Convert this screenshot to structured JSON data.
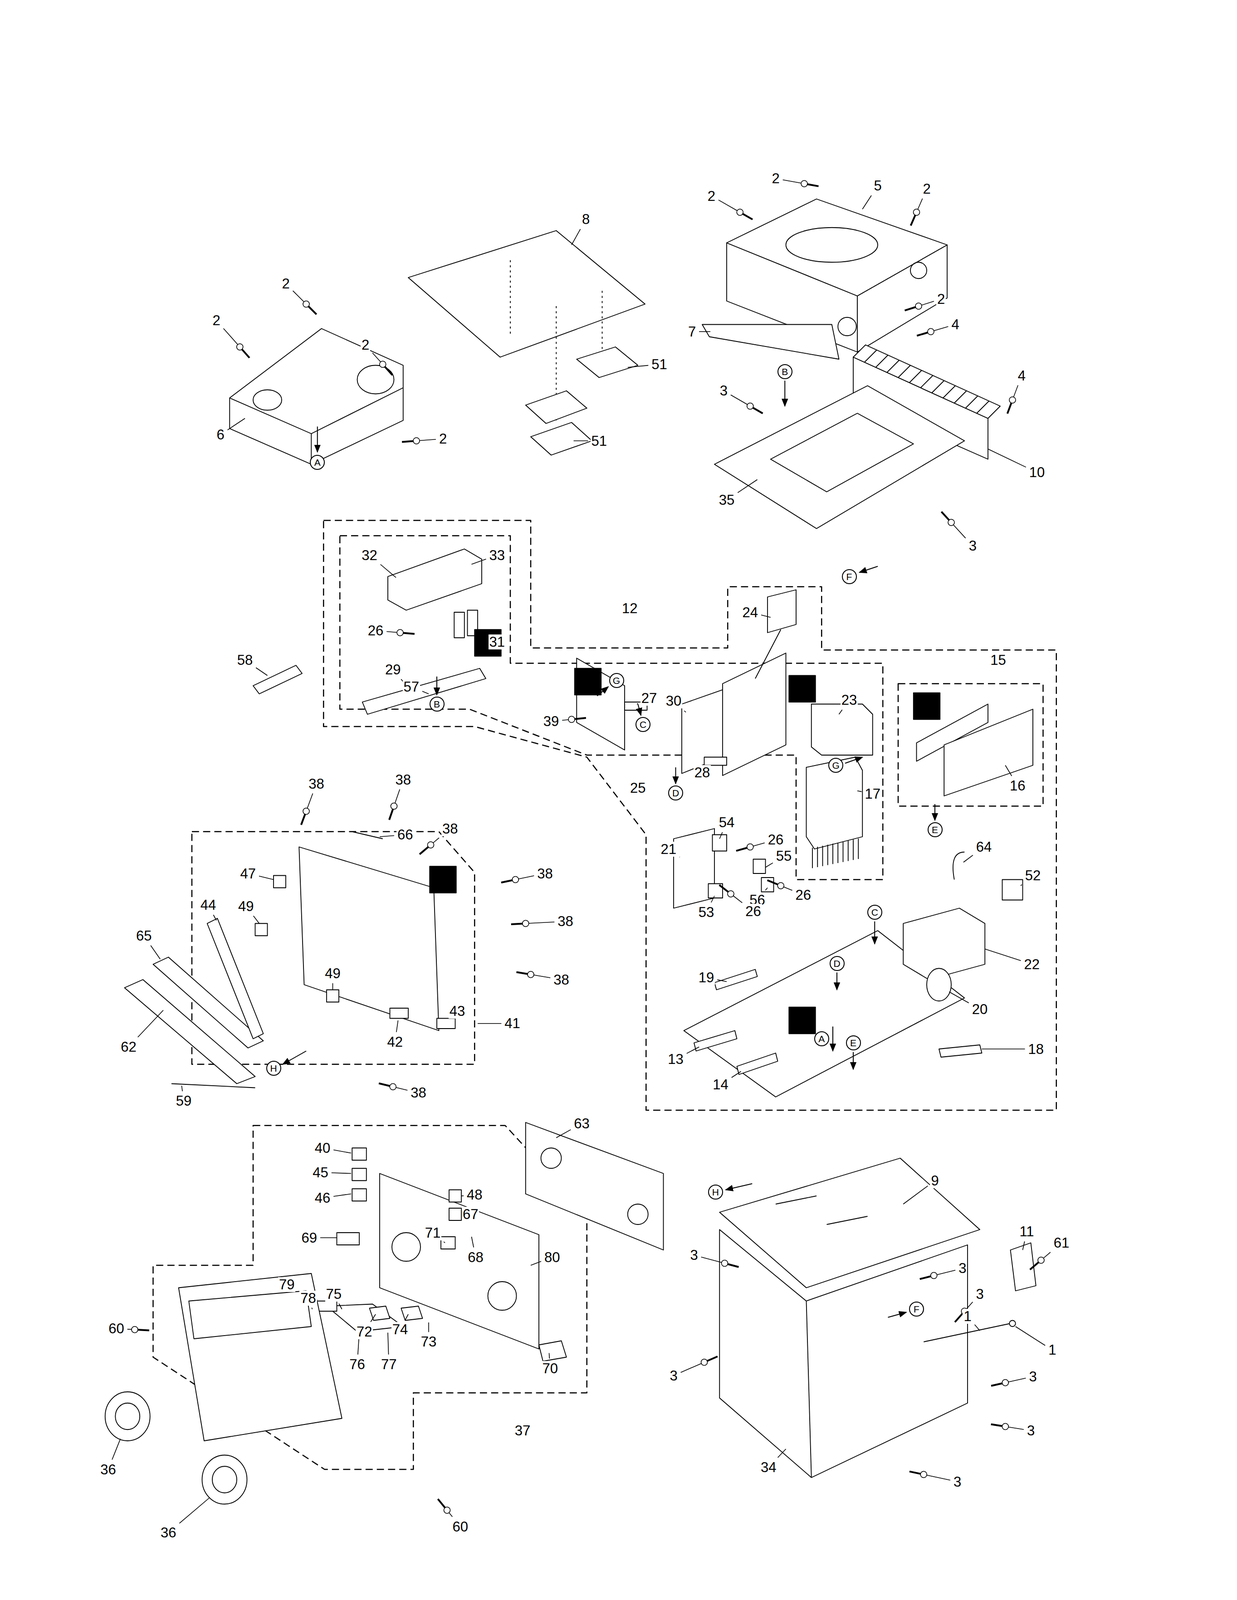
{
  "diagram": {
    "nodes": [
      {
        "text": [
          "A"
        ]
      },
      {
        "text": [
          "B"
        ]
      },
      {
        "text": [
          "F"
        ]
      },
      {
        "text": [
          "B"
        ]
      },
      {
        "text": [
          "G"
        ]
      },
      {
        "text": [
          "C"
        ]
      },
      {
        "text": [
          "D"
        ]
      },
      {
        "text": [
          "G"
        ]
      },
      {
        "text": [
          "E"
        ]
      },
      {
        "text": [
          "C"
        ]
      },
      {
        "text": [
          "D"
        ]
      },
      {
        "text": [
          "A"
        ]
      },
      {
        "text": [
          "E"
        ]
      },
      {
        "text": [
          "H"
        ]
      },
      {
        "text": [
          "H"
        ]
      },
      {
        "text": [
          "F"
        ]
      }
    ],
    "labels": [
      "2",
      "5",
      "2",
      "2",
      "2",
      "7",
      "4",
      "4",
      "3",
      "10",
      "35",
      "3",
      "2",
      "2",
      "2",
      "6",
      "2",
      "8",
      "51",
      "51",
      "12",
      "24",
      "15",
      "32",
      "33",
      "26",
      "31",
      "29",
      "57",
      "58",
      "27",
      "39",
      "30",
      "23",
      "28",
      "25",
      "16",
      "17",
      "21",
      "54",
      "26",
      "55",
      "56",
      "26",
      "53",
      "26",
      "64",
      "52",
      "22",
      "19",
      "20",
      "13",
      "14",
      "18",
      "38",
      "38",
      "66",
      "38",
      "47",
      "38",
      "44",
      "49",
      "38",
      "38",
      "65",
      "49",
      "62",
      "42",
      "43",
      "41",
      "59",
      "38",
      "40",
      "45",
      "46",
      "63",
      "48",
      "67",
      "68",
      "69",
      "71",
      "80",
      "79",
      "78",
      "75",
      "72",
      "74",
      "73",
      "76",
      "77",
      "70",
      "60",
      "36",
      "36",
      "37",
      "60",
      "9",
      "11",
      "61",
      "3",
      "3",
      "3",
      "1",
      "1",
      "3",
      "3",
      "3",
      "34",
      "3"
    ]
  }
}
